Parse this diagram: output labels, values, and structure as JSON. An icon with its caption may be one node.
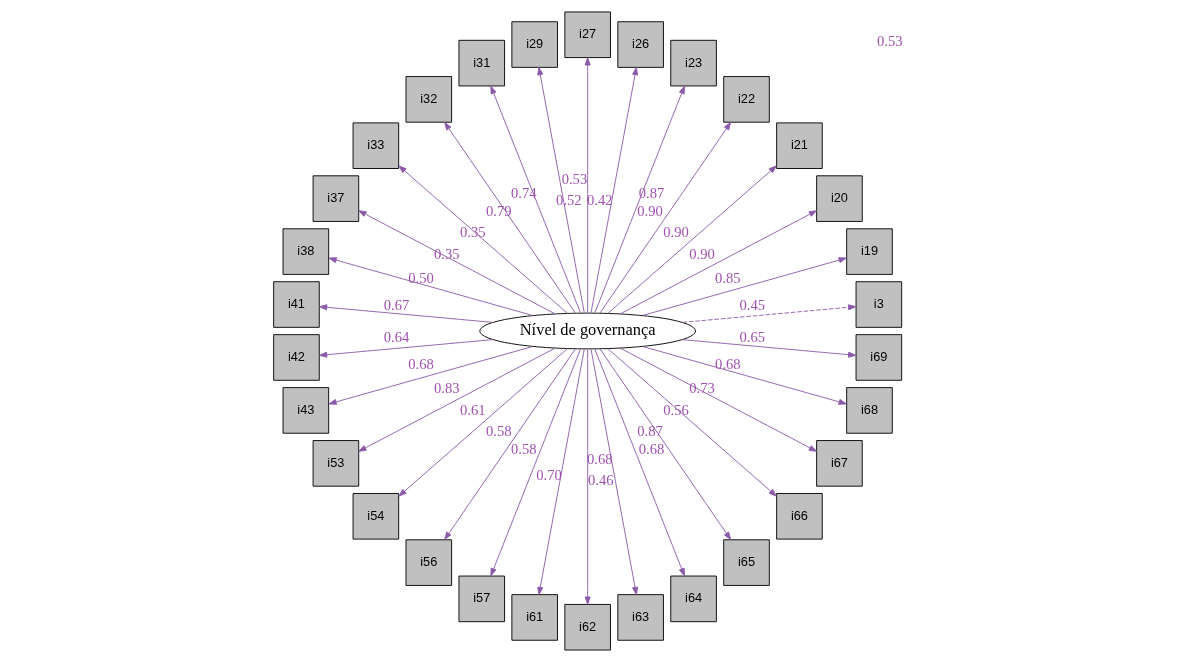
{
  "diagram": {
    "nodes": [
      {
        "text": [
          "Nível de governança"
        ]
      },
      {
        "text": [
          "i3"
        ]
      },
      {
        "text": [
          "i19"
        ]
      },
      {
        "text": [
          "i20"
        ]
      },
      {
        "text": [
          "i21"
        ]
      },
      {
        "text": [
          "i22"
        ]
      },
      {
        "text": [
          "i23"
        ]
      },
      {
        "text": [
          "i26"
        ]
      },
      {
        "text": [
          "i27"
        ]
      },
      {
        "text": [
          "i29"
        ]
      },
      {
        "text": [
          "i31"
        ]
      },
      {
        "text": [
          "i32"
        ]
      },
      {
        "text": [
          "i33"
        ]
      },
      {
        "text": [
          "i37"
        ]
      },
      {
        "text": [
          "i38"
        ]
      },
      {
        "text": [
          "i41"
        ]
      },
      {
        "text": [
          "i42"
        ]
      },
      {
        "text": [
          "i43"
        ]
      },
      {
        "text": [
          "i53"
        ]
      },
      {
        "text": [
          "i54"
        ]
      },
      {
        "text": [
          "i56"
        ]
      },
      {
        "text": [
          "i57"
        ]
      },
      {
        "text": [
          "i61"
        ]
      },
      {
        "text": [
          "i62"
        ]
      },
      {
        "text": [
          "i63"
        ]
      },
      {
        "text": [
          "i64"
        ]
      },
      {
        "text": [
          "i65"
        ]
      },
      {
        "text": [
          "i66"
        ]
      },
      {
        "text": [
          "i67"
        ]
      },
      {
        "text": [
          "i68"
        ]
      },
      {
        "text": [
          "i69"
        ]
      }
    ],
    "edges": [
      {
        "from": 0,
        "to": 1,
        "arrow": "to",
        "label": "0.45",
        "style": "dashed"
      },
      {
        "from": 0,
        "to": 2,
        "arrow": "to",
        "label": "0.85"
      },
      {
        "from": 0,
        "to": 3,
        "arrow": "to",
        "label": "0.90"
      },
      {
        "from": 0,
        "to": 4,
        "arrow": "to",
        "label": "0.90"
      },
      {
        "from": 0,
        "to": 5,
        "arrow": "to",
        "label": "0.90"
      },
      {
        "from": 0,
        "to": 6,
        "arrow": "to",
        "label": "0.87"
      },
      {
        "from": 0,
        "to": 7,
        "arrow": "to",
        "label": "0.42"
      },
      {
        "from": 0,
        "to": 8,
        "arrow": "to",
        "label": "0.53"
      },
      {
        "from": 0,
        "to": 9,
        "arrow": "to",
        "label": "0.52"
      },
      {
        "from": 0,
        "to": 10,
        "arrow": "to",
        "label": "0.74"
      },
      {
        "from": 0,
        "to": 11,
        "arrow": "to",
        "label": "0.79"
      },
      {
        "from": 0,
        "to": 12,
        "arrow": "to",
        "label": "0.35"
      },
      {
        "from": 0,
        "to": 13,
        "arrow": "to",
        "label": "0.35"
      },
      {
        "from": 0,
        "to": 14,
        "arrow": "to",
        "label": "0.50"
      },
      {
        "from": 0,
        "to": 15,
        "arrow": "to",
        "label": "0.67"
      },
      {
        "from": 0,
        "to": 16,
        "arrow": "to",
        "label": "0.64"
      },
      {
        "from": 0,
        "to": 17,
        "arrow": "to",
        "label": "0.68"
      },
      {
        "from": 0,
        "to": 18,
        "arrow": "to",
        "label": "0.83"
      },
      {
        "from": 0,
        "to": 19,
        "arrow": "to",
        "label": "0.61"
      },
      {
        "from": 0,
        "to": 20,
        "arrow": "to",
        "label": "0.58"
      },
      {
        "from": 0,
        "to": 21,
        "arrow": "to",
        "label": "0.58"
      },
      {
        "from": 0,
        "to": 22,
        "arrow": "to",
        "label": "0.70"
      },
      {
        "from": 0,
        "to": 23,
        "arrow": "to",
        "label": "0.46"
      },
      {
        "from": 0,
        "to": 24,
        "arrow": "to",
        "label": "0.68"
      },
      {
        "from": 0,
        "to": 25,
        "arrow": "to",
        "label": "0.68"
      },
      {
        "from": 0,
        "to": 26,
        "arrow": "to",
        "label": "0.87"
      },
      {
        "from": 0,
        "to": 27,
        "arrow": "to",
        "label": "0.56"
      },
      {
        "from": 0,
        "to": 28,
        "arrow": "to",
        "label": "0.73"
      },
      {
        "from": 0,
        "to": 29,
        "arrow": "to",
        "label": "0.68"
      },
      {
        "from": 0,
        "to": 30,
        "arrow": "to",
        "label": "0.65"
      }
    ],
    "labels": [
      "0.53"
    ]
  }
}
